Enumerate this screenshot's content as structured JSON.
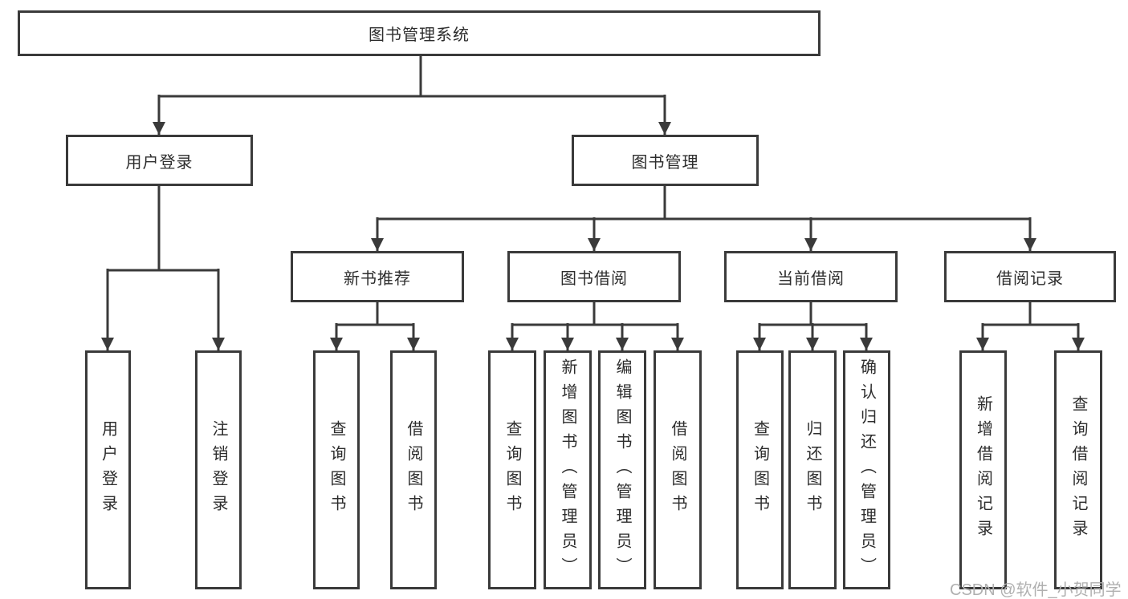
{
  "diagram": {
    "root": {
      "label": "图书管理系统"
    },
    "branches": [
      {
        "label": "用户登录",
        "leaves": [
          {
            "label": "用户登录"
          },
          {
            "label": "注销登录"
          }
        ]
      },
      {
        "label": "图书管理",
        "children": [
          {
            "label": "新书推荐",
            "leaves": [
              {
                "label": "查询图书"
              },
              {
                "label": "借阅图书"
              }
            ]
          },
          {
            "label": "图书借阅",
            "leaves": [
              {
                "label": "查询图书"
              },
              {
                "label": "新增图书（管理员）"
              },
              {
                "label": "编辑图书（管理员）"
              },
              {
                "label": "借阅图书"
              }
            ]
          },
          {
            "label": "当前借阅",
            "leaves": [
              {
                "label": "查询图书"
              },
              {
                "label": "归还图书"
              },
              {
                "label": "确认归还（管理员）"
              }
            ]
          },
          {
            "label": "借阅记录",
            "leaves": [
              {
                "label": "新增借阅记录"
              },
              {
                "label": "查询借阅记录"
              }
            ]
          }
        ]
      }
    ]
  },
  "watermark": {
    "text": "CSDN @软件_小贺同学"
  },
  "colors": {
    "line": "#3a3a3a",
    "box_border": "#3a3a3a",
    "box_fill": "#ffffff",
    "text": "#2d2d2d",
    "watermark": "#b0b0b0",
    "background": "#ffffff"
  }
}
